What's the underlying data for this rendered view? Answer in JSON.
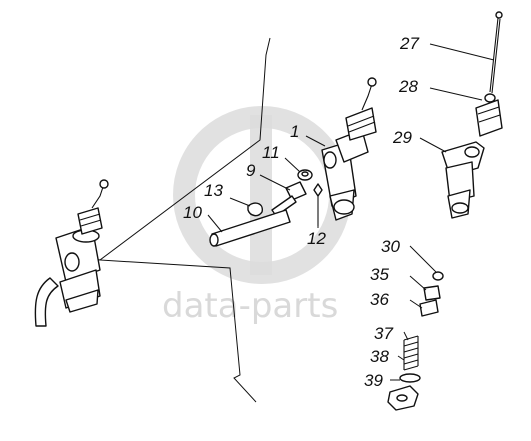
{
  "watermark": {
    "text": "data-parts",
    "color": "#d9d9d9"
  },
  "callouts": [
    "1",
    "9",
    "10",
    "11",
    "12",
    "13",
    "27",
    "28",
    "29",
    "30",
    "35",
    "36",
    "37",
    "38",
    "39"
  ]
}
